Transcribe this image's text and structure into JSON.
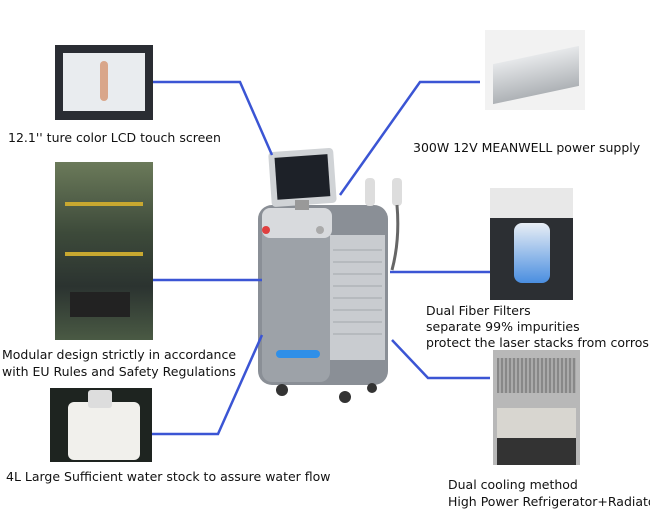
{
  "callouts": {
    "lcd": "12.1'' ture color LCD touch screen",
    "power": "300W 12V MEANWELL  power supply",
    "modular": [
      "Modular design strictly in accordance",
      "with  EU Rules and Safety Regulations"
    ],
    "water": "4L Large Sufficient water stock to assure water flow",
    "filter": [
      "Dual Fiber Filters",
      "separate 99% impurities",
      "protect the laser stacks from corrosio"
    ],
    "cooling": [
      "Dual cooling method",
      "High Power Refrigerator+Radiator"
    ]
  },
  "colors": {
    "line": "#3b55d4",
    "accent": "#2f8fe8"
  }
}
